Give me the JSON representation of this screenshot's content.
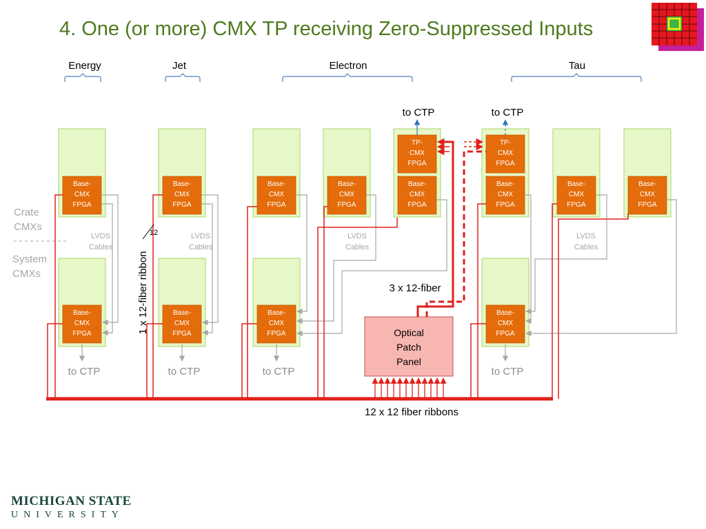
{
  "title": "4. One (or more) CMX TP receiving Zero-Suppressed Inputs",
  "groups": {
    "energy": "Energy",
    "jet": "Jet",
    "electron": "Electron",
    "tau": "Tau"
  },
  "side": {
    "crate": "Crate\nCMXs",
    "system": "System\nCMXs"
  },
  "fpga": {
    "base": "Base-\nCMX\nFPGA",
    "tp": "TP-\nCMX\nFPGA"
  },
  "lvds": "LVDS\nCables",
  "to_ctp": "to CTP",
  "ribbon_label": "1 x 12-fiber ribbon",
  "ribbon_count": "12",
  "three_fiber": "3 x 12-fiber",
  "optical": "Optical\nPatch\nPanel",
  "twelve_ribbons": "12 x 12 fiber ribbons",
  "logo": {
    "line1": "MICHIGAN STATE",
    "line2": "UNIVERSITY"
  },
  "colors": {
    "title": "#4e7a1e",
    "board_fill": "#e6f8c8",
    "board_stroke": "#a9d36a",
    "fpga": "#e46c0a",
    "fiber": "#e0201a",
    "lvds": "#a6a6a6",
    "brace": "#4f81bd",
    "ctp_arrow": "#2e75b6",
    "optical_fill": "#f7b6b2",
    "logo": "#18453b"
  }
}
